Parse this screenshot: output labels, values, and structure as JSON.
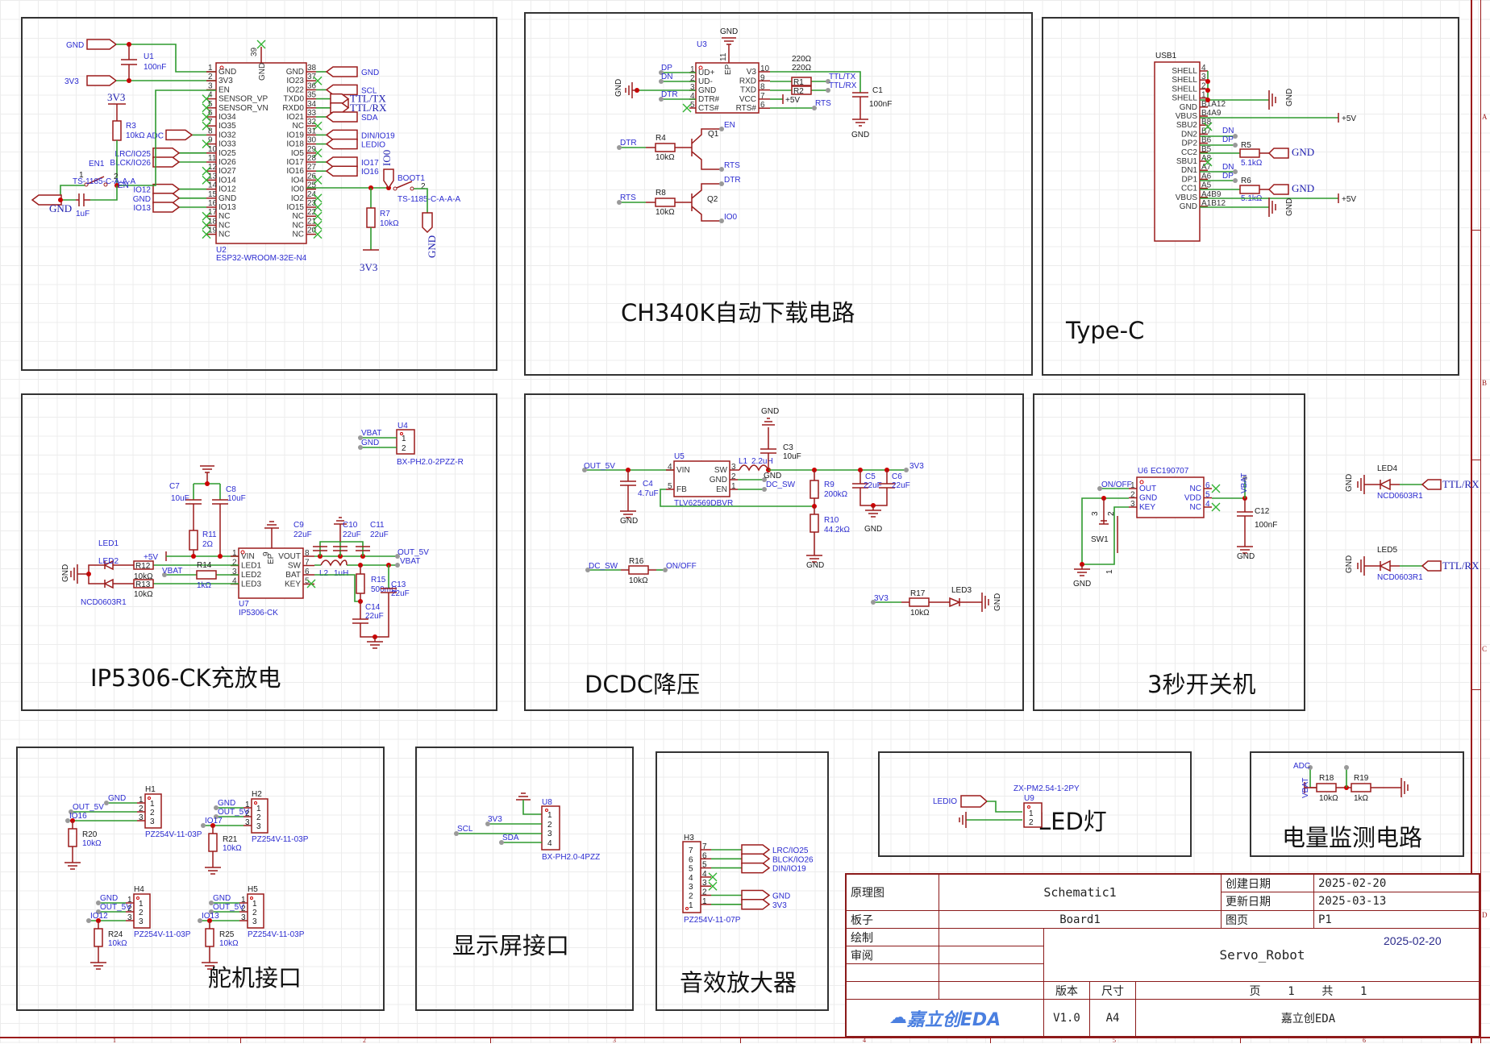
{
  "app": "嘉立创EDA",
  "panels": {
    "esp32": {
      "title": ""
    },
    "ch340k": {
      "title": "CH340K自动下载电路"
    },
    "typec": {
      "title": "Type-C"
    },
    "ip5306": {
      "title": "IP5306-CK充放电"
    },
    "dcdc": {
      "title": "DCDC降压"
    },
    "power_switch": {
      "title": "3秒开关机"
    },
    "servo": {
      "title": "舵机接口"
    },
    "display": {
      "title": "显示屏接口"
    },
    "audio": {
      "title": "音效放大器"
    },
    "led": {
      "title": "LED灯"
    },
    "battery": {
      "title": "电量监测电路"
    }
  },
  "esp32": {
    "u1": {
      "ref": "U1",
      "value": "100nF"
    },
    "net_gnd": "GND",
    "net_3v3": "3V3",
    "u2": {
      "ref": "U2",
      "part": "ESP32-WROOM-32E-N4",
      "ep_pin": "39",
      "ep_label": "GND",
      "left_pins": [
        {
          "num": "1",
          "name": "GND"
        },
        {
          "num": "2",
          "name": "3V3"
        },
        {
          "num": "3",
          "name": "EN"
        },
        {
          "num": "4",
          "name": "SENSOR_VP"
        },
        {
          "num": "5",
          "name": "SENSOR_VN"
        },
        {
          "num": "6",
          "name": "IO34"
        },
        {
          "num": "7",
          "name": "IO35"
        },
        {
          "num": "8",
          "name": "IO32"
        },
        {
          "num": "9",
          "name": "IO33"
        },
        {
          "num": "10",
          "name": "IO25"
        },
        {
          "num": "11",
          "name": "IO26"
        },
        {
          "num": "12",
          "name": "IO27"
        },
        {
          "num": "13",
          "name": "IO14"
        },
        {
          "num": "14",
          "name": "IO12"
        },
        {
          "num": "15",
          "name": "GND"
        },
        {
          "num": "16",
          "name": "IO13"
        },
        {
          "num": "17",
          "name": "NC"
        },
        {
          "num": "18",
          "name": "NC"
        },
        {
          "num": "19",
          "name": "NC"
        }
      ],
      "right_pins": [
        {
          "num": "38",
          "name": "GND"
        },
        {
          "num": "37",
          "name": "IO23"
        },
        {
          "num": "36",
          "name": "IO22"
        },
        {
          "num": "35",
          "name": "TXD0"
        },
        {
          "num": "34",
          "name": "RXD0"
        },
        {
          "num": "33",
          "name": "IO21"
        },
        {
          "num": "32",
          "name": "NC"
        },
        {
          "num": "31",
          "name": "IO19"
        },
        {
          "num": "30",
          "name": "IO18"
        },
        {
          "num": "29",
          "name": "IO5"
        },
        {
          "num": "28",
          "name": "IO17"
        },
        {
          "num": "27",
          "name": "IO16"
        },
        {
          "num": "26",
          "name": "IO4"
        },
        {
          "num": "25",
          "name": "IO0"
        },
        {
          "num": "24",
          "name": "IO2"
        },
        {
          "num": "23",
          "name": "IO15"
        },
        {
          "num": "22",
          "name": "NC"
        },
        {
          "num": "21",
          "name": "NC"
        },
        {
          "num": "20",
          "name": "NC"
        }
      ]
    },
    "right_nets": [
      "GND",
      "SCL",
      "TTL/TX",
      "TTL/RX",
      "SDA",
      "DIN/IO19",
      "LEDIO",
      "IO17",
      "IO16"
    ],
    "left_nets": [
      "ADC",
      "LRC/IO25",
      "BLCK/IO26",
      "IO12",
      "GND",
      "IO13"
    ],
    "r3": {
      "ref": "R3",
      "value": "10kΩ"
    },
    "r3_net": "3V3",
    "en1": {
      "ref": "EN1",
      "part": "TS-1185-C-A-A-A",
      "pin1": "1",
      "pin2": "2",
      "net": "EN"
    },
    "c_en": {
      "value": "1uF"
    },
    "gnd_left": "GND",
    "boot1": {
      "ref": "BOOT1",
      "part": "TS-1185-C-A-A-A",
      "pin2": "2"
    },
    "io0": "IO0",
    "r7": {
      "ref": "R7",
      "value": "10kΩ"
    },
    "r7_net": "3V3",
    "boot_gnd": "GND"
  },
  "ch340k": {
    "u3": {
      "ref": "U3",
      "ep_pin": "11",
      "ep_label": "EP",
      "left_pins": [
        {
          "num": "1",
          "name": "UD+"
        },
        {
          "num": "2",
          "name": "UD-"
        },
        {
          "num": "3",
          "name": "GND"
        },
        {
          "num": "4",
          "name": "DTR#"
        },
        {
          "num": "5",
          "name": "CTS#"
        }
      ],
      "right_pins": [
        {
          "num": "10",
          "name": "V3"
        },
        {
          "num": "9",
          "name": "RXD"
        },
        {
          "num": "8",
          "name": "TXD"
        },
        {
          "num": "7",
          "name": "VCC"
        },
        {
          "num": "6",
          "name": "RTS#"
        }
      ]
    },
    "gnd_top": "GND",
    "gnd_left": "GND",
    "left_nets": [
      "DP",
      "DN",
      "DTR"
    ],
    "r1": {
      "ref": "R1",
      "value": "220Ω"
    },
    "r2": {
      "ref": "R2",
      "value": "220Ω"
    },
    "right_nets": [
      "TTL/TX",
      "TTL/RX",
      "+5V",
      "RTS"
    ],
    "c1": {
      "ref": "C1",
      "value": "100nF"
    },
    "c1_gnd": "GND",
    "r4": {
      "ref": "R4",
      "value": "10kΩ",
      "net": "DTR"
    },
    "q1": {
      "ref": "Q1",
      "c": "EN",
      "e": "RTS"
    },
    "r8": {
      "ref": "R8",
      "value": "10kΩ",
      "net": "RTS"
    },
    "q2": {
      "ref": "Q2",
      "c": "DTR",
      "e": "IO0"
    }
  },
  "typec": {
    "usb1": {
      "ref": "USB1",
      "pins": [
        {
          "name": "SHELL",
          "num": "4"
        },
        {
          "name": "SHELL",
          "num": "3"
        },
        {
          "name": "SHELL",
          "num": "2"
        },
        {
          "name": "SHELL",
          "num": "1"
        },
        {
          "name": "GND",
          "num": "B1A12"
        },
        {
          "name": "VBUS",
          "num": "B4A9"
        },
        {
          "name": "SBU2",
          "num": "B8"
        },
        {
          "name": "DN2",
          "num": "B7"
        },
        {
          "name": "DP2",
          "num": "B6"
        },
        {
          "name": "CC2",
          "num": "B5"
        },
        {
          "name": "SBU1",
          "num": "A8"
        },
        {
          "name": "DN1",
          "num": "A7"
        },
        {
          "name": "DP1",
          "num": "A6"
        },
        {
          "name": "CC1",
          "num": "A5"
        },
        {
          "name": "VBUS",
          "num": "A4B9"
        },
        {
          "name": "GND",
          "num": "A1B12"
        }
      ]
    },
    "nets": {
      "gnd": "GND",
      "p5v": "+5V",
      "dn": "DN",
      "dp": "DP"
    },
    "r5": {
      "ref": "R5",
      "value": "5.1kΩ"
    },
    "r6": {
      "ref": "R6",
      "value": "5.1kΩ"
    }
  },
  "ip5306": {
    "u4": {
      "ref": "U4",
      "part": "BX-PH2.0-2PZZ-R",
      "pins": [
        "1",
        "2"
      ],
      "nets": [
        "VBAT",
        "GND"
      ]
    },
    "c7": {
      "ref": "C7",
      "value": "10uF"
    },
    "c8": {
      "ref": "C8",
      "value": "10uF"
    },
    "r11": {
      "ref": "R11",
      "value": "2Ω"
    },
    "u7": {
      "ref": "U7",
      "part": "IP5306-CK",
      "ep_pin": "9",
      "ep_label": "EP",
      "left_pins": [
        {
          "num": "1",
          "name": "VIN"
        },
        {
          "num": "2",
          "name": "LED1"
        },
        {
          "num": "3",
          "name": "LED2"
        },
        {
          "num": "4",
          "name": "LED3"
        }
      ],
      "right_pins": [
        {
          "num": "8",
          "name": "VOUT"
        },
        {
          "num": "7",
          "name": "SW"
        },
        {
          "num": "6",
          "name": "BAT"
        },
        {
          "num": "5",
          "name": "KEY"
        }
      ]
    },
    "p5v": "+5V",
    "vbat": "VBAT",
    "led1": {
      "ref": "LED1"
    },
    "led2": {
      "ref": "LED2"
    },
    "led_part": "NCD0603R1",
    "gnd": "GND",
    "r12": {
      "ref": "R12",
      "value": "10kΩ"
    },
    "r13": {
      "ref": "R13",
      "value": "10kΩ"
    },
    "r14": {
      "ref": "R14",
      "value": "1kΩ"
    },
    "c9": {
      "ref": "C9",
      "value": "22uF"
    },
    "c10": {
      "ref": "C10",
      "value": "22uF"
    },
    "c11": {
      "ref": "C11",
      "value": "22uF"
    },
    "l2": {
      "ref": "L2",
      "value": "1uH"
    },
    "r15": {
      "ref": "R15",
      "value": "500mΩ"
    },
    "c13": {
      "ref": "C13",
      "value": "22uF"
    },
    "c14": {
      "ref": "C14",
      "value": "22uF"
    },
    "out_nets": [
      "OUT_5V",
      "VBAT"
    ]
  },
  "dcdc": {
    "u5": {
      "ref": "U5",
      "part": "TLV62569DBVR",
      "left_pins": [
        {
          "num": "4",
          "name": "VIN"
        },
        {
          "num": "5",
          "name": "FB"
        }
      ],
      "right_pins": [
        {
          "num": "3",
          "name": "SW"
        },
        {
          "num": "2",
          "name": "GND"
        },
        {
          "num": "1",
          "name": "EN"
        }
      ]
    },
    "in_net": "OUT_5V",
    "out_net": "3V3",
    "c4": {
      "ref": "C4",
      "value": "4.7uF"
    },
    "l1": {
      "ref": "L1",
      "value": "2.2uH"
    },
    "c3": {
      "ref": "C3",
      "value": "10uF"
    },
    "r9": {
      "ref": "R9",
      "value": "200kΩ"
    },
    "r10": {
      "ref": "R10",
      "value": "44.2kΩ"
    },
    "c5": {
      "ref": "C5",
      "value": "22uF"
    },
    "c6": {
      "ref": "C6",
      "value": "22uF"
    },
    "gnd": "GND",
    "gnd_net": "GND",
    "en_net": "DC_SW",
    "r16": {
      "ref": "R16",
      "value": "10kΩ",
      "left": "DC_SW",
      "right": "ON/OFF"
    },
    "r17": {
      "ref": "R17",
      "value": "10kΩ",
      "left": "3V3"
    },
    "led3": {
      "ref": "LED3"
    }
  },
  "power_switch": {
    "u6": {
      "ref": "U6",
      "part": "EC190707",
      "left_pins": [
        {
          "num": "1",
          "name": "OUT"
        },
        {
          "num": "2",
          "name": "GND"
        },
        {
          "num": "3",
          "name": "KEY"
        }
      ],
      "right_pins": [
        {
          "num": "6",
          "name": "NC"
        },
        {
          "num": "5",
          "name": "VDD"
        },
        {
          "num": "4",
          "name": "NC"
        }
      ]
    },
    "out_net": "ON/OFF",
    "vbat": "VBAT",
    "sw1": {
      "ref": "SW1",
      "pins": [
        "3",
        "2",
        "1"
      ]
    },
    "c12": {
      "ref": "C12",
      "value": "100nF"
    },
    "gnd": "GND"
  },
  "side_leds": [
    {
      "ref": "LED4",
      "part": "NCD0603R1",
      "net": "TTL/RX",
      "gnd": "GND"
    },
    {
      "ref": "LED5",
      "part": "NCD0603R1",
      "net": "TTL/RX",
      "gnd": "GND"
    }
  ],
  "servo": {
    "headers": [
      {
        "ref": "H1",
        "part": "PZ254V-11-03P",
        "nets": [
          "GND",
          "OUT_5V",
          "IO16"
        ],
        "res": {
          "ref": "R20",
          "value": "10kΩ"
        }
      },
      {
        "ref": "H2",
        "part": "PZ254V-11-03P",
        "nets": [
          "GND",
          "OUT_5V",
          "IO17"
        ],
        "res": {
          "ref": "R21",
          "value": "10kΩ"
        }
      },
      {
        "ref": "H4",
        "part": "PZ254V-11-03P",
        "nets": [
          "GND",
          "OUT_5V",
          "IO12"
        ],
        "res": {
          "ref": "R24",
          "value": "10kΩ"
        }
      },
      {
        "ref": "H5",
        "part": "PZ254V-11-03P",
        "nets": [
          "GND",
          "OUT_5V",
          "IO13"
        ],
        "res": {
          "ref": "R25",
          "value": "10kΩ"
        }
      }
    ],
    "pins": [
      "1",
      "2",
      "3"
    ]
  },
  "display": {
    "u8": {
      "ref": "U8",
      "part": "BX-PH2.0-4PZZ",
      "pins": [
        "1",
        "2",
        "3",
        "4"
      ],
      "nets": [
        "",
        "3V3",
        "SCL",
        "SDA"
      ]
    }
  },
  "audio": {
    "h3": {
      "ref": "H3",
      "part": "PZ254V-11-07P",
      "pins": [
        "7",
        "6",
        "5",
        "4",
        "3",
        "2",
        "1"
      ]
    },
    "nets": [
      "LRC/IO25",
      "BLCK/IO26",
      "DIN/IO19",
      "",
      "",
      "GND",
      "3V3"
    ]
  },
  "led_panel": {
    "u9": {
      "ref": "U9",
      "part": "ZX-PM2.54-1-2PY",
      "pins": [
        "1",
        "2"
      ]
    },
    "net": "LEDIO"
  },
  "battery": {
    "adc": "ADC",
    "vbat": "VBAT",
    "r18": {
      "ref": "R18",
      "value": "10kΩ"
    },
    "r19": {
      "ref": "R19",
      "value": "1kΩ"
    }
  },
  "title_block": {
    "label_schematic": "原理图",
    "schematic": "Schematic1",
    "label_created": "创建日期",
    "created": "2025-02-20",
    "label_updated": "更新日期",
    "updated": "2025-03-13",
    "label_board": "板子",
    "board": "Board1",
    "label_page": "图页",
    "page": "P1",
    "label_drawn": "绘制",
    "label_review": "审阅",
    "date": "2025-02-20",
    "project": "Servo_Robot",
    "label_version": "版本",
    "label_size": "尺寸",
    "page_of": "页    1    共    1",
    "logo": "嘉立创EDA",
    "version": "V1.0",
    "size": "A4",
    "company": "嘉立创EDA"
  },
  "zones": [
    "A",
    "B",
    "C",
    "D"
  ],
  "ruler": [
    "1",
    "2",
    "3",
    "4",
    "5",
    "6"
  ]
}
